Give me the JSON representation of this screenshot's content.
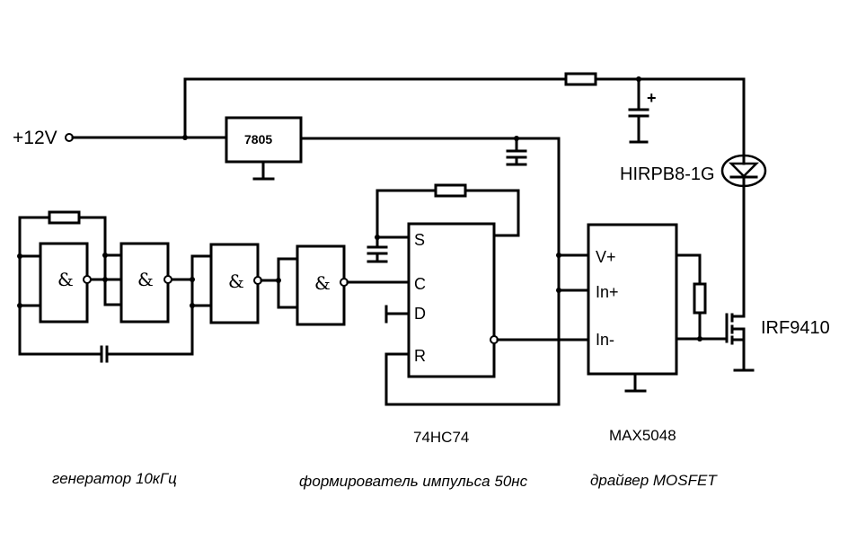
{
  "supply": {
    "label": "+12V"
  },
  "regulator": {
    "label": "7805"
  },
  "led": {
    "label": "HIRPB8-1G"
  },
  "capacitor_polarity": {
    "label": "+"
  },
  "gates": [
    {
      "symbol": "&"
    },
    {
      "symbol": "&"
    },
    {
      "symbol": "&"
    },
    {
      "symbol": "&"
    }
  ],
  "flipflop": {
    "part": "74HC74",
    "pins": {
      "s": "S",
      "c": "C",
      "d": "D",
      "r": "R"
    }
  },
  "driver": {
    "part": "MAX5048",
    "pins": {
      "vplus": "V+",
      "inplus": "In+",
      "inminus": "In-"
    }
  },
  "mosfet": {
    "label": "IRF9410"
  },
  "captions": {
    "generator": "генератор 10кГц",
    "shaper": "формирователь импульса 50нс",
    "driver": "драйвер MOSFET"
  }
}
